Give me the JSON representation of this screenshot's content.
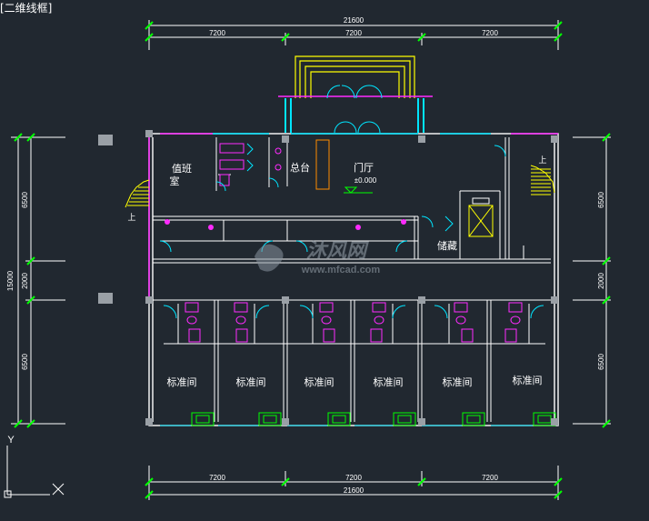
{
  "viewport_label": "[二维线框]",
  "watermark": {
    "brand": "沐风网",
    "url": "www.mfcad.com"
  },
  "dimensions": {
    "top_total": "21600",
    "top_segments": [
      "7200",
      "7200",
      "7200"
    ],
    "bottom_total": "21600",
    "bottom_segments": [
      "7200",
      "7200",
      "7200"
    ],
    "left_total": "15000",
    "left_segments": [
      "6500",
      "2000",
      "6500"
    ],
    "right_segments": [
      "6500",
      "2000",
      "6500"
    ]
  },
  "rooms": {
    "duty_room_line1": "值班",
    "duty_room_line2": "室",
    "front_desk": "总台",
    "lobby": "门厅",
    "elevation": "±0.000",
    "storage": "储藏",
    "guest_room": "标准间"
  },
  "stair_up": "上",
  "ucs": {
    "y": "Y"
  },
  "colors": {
    "background": "#212830",
    "wall": "#ffffff",
    "dimension": "#ffffff",
    "dim_tick": "#00ff00",
    "window": "#00e5ff",
    "furniture": "#ff2bff",
    "canopy": "#ffff00",
    "stair": "#ffff00",
    "storage_door": "#ffff00",
    "counter": "#ff8c00"
  }
}
